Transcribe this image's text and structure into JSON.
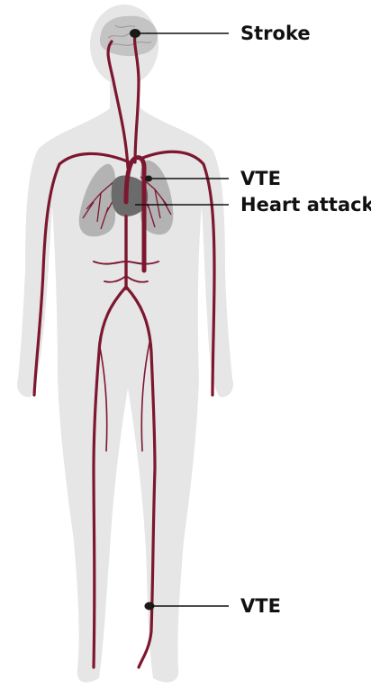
{
  "labels": {
    "stroke": "Stroke",
    "vte_lung": "VTE",
    "heart_attack": "Heart attack",
    "vte_leg": "VTE"
  },
  "colors": {
    "body": "#e6e6e6",
    "brain": "#c4c4c4",
    "lung": "#b3b3b3",
    "heart": "#6b6b6b",
    "vessel": "#7d1730",
    "clot": "#1a1a1a",
    "label": "#111111"
  }
}
